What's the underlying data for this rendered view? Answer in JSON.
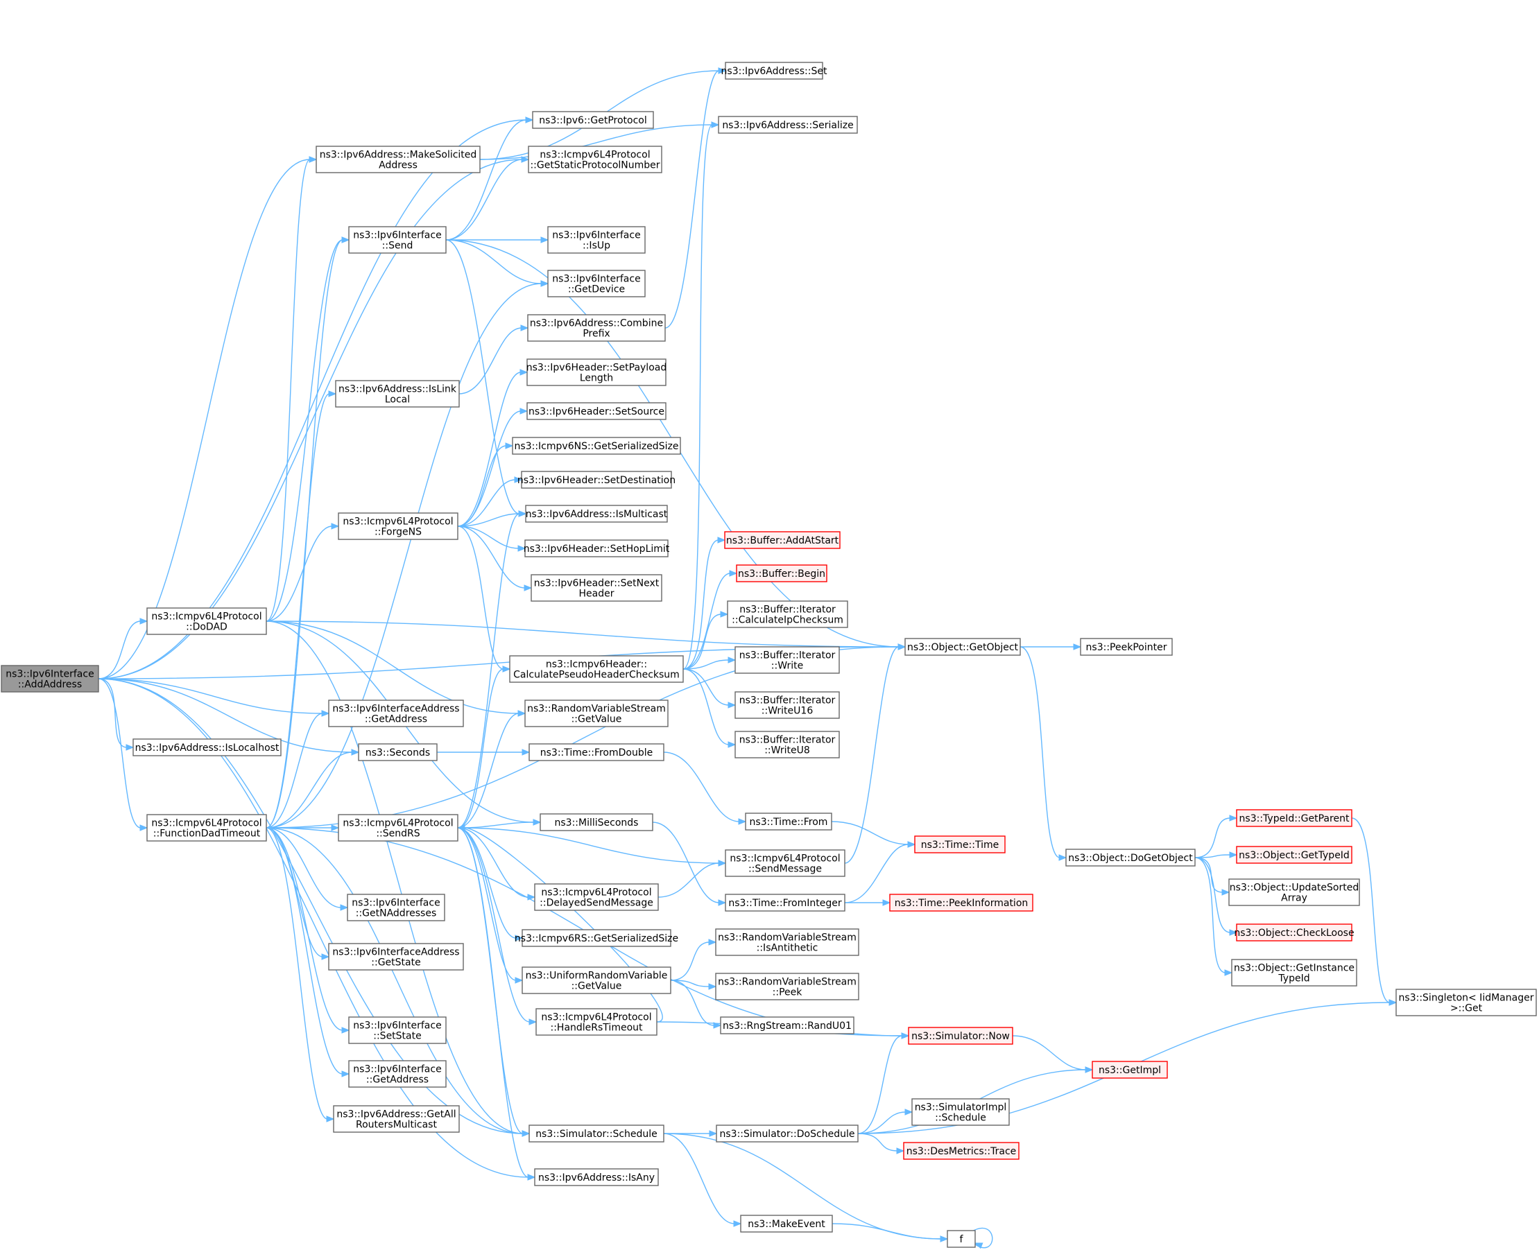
{
  "colors": {
    "edge": "#63b8ff",
    "root_fill": "#999999",
    "node_border": "#666666",
    "truncated_border": "#ff0000"
  },
  "nodes": {
    "AddAddress": [
      "ns3::Ipv6Interface",
      "::AddAddress"
    ],
    "DoDAD": [
      "ns3::Icmpv6L4Protocol",
      "::DoDAD"
    ],
    "IsLocalhost": [
      "ns3::Ipv6Address::IsLocalhost"
    ],
    "FunctionDadTimeout": [
      "ns3::Icmpv6L4Protocol",
      "::FunctionDadTimeout"
    ],
    "MakeSolicited": [
      "ns3::Ipv6Address::MakeSolicited",
      "Address"
    ],
    "Send": [
      "ns3::Ipv6Interface",
      "::Send"
    ],
    "IsLinkLocal": [
      "ns3::Ipv6Address::IsLink",
      "Local"
    ],
    "ForgeNS": [
      "ns3::Icmpv6L4Protocol",
      "::ForgeNS"
    ],
    "IfaceAddrGetAddress": [
      "ns3::Ipv6InterfaceAddress",
      "::GetAddress"
    ],
    "Seconds": [
      "ns3::Seconds"
    ],
    "SendRS": [
      "ns3::Icmpv6L4Protocol",
      "::SendRS"
    ],
    "GetNAddresses": [
      "ns3::Ipv6Interface",
      "::GetNAddresses"
    ],
    "IfaceAddrGetState": [
      "ns3::Ipv6InterfaceAddress",
      "::GetState"
    ],
    "SetState": [
      "ns3::Ipv6Interface",
      "::SetState"
    ],
    "IfaceGetAddress": [
      "ns3::Ipv6Interface",
      "::GetAddress"
    ],
    "GetAllRouters": [
      "ns3::Ipv6Address::GetAll",
      "RoutersMulticast"
    ],
    "Ipv6GetProtocol": [
      "ns3::Ipv6::GetProtocol"
    ],
    "GetStaticProto": [
      "ns3::Icmpv6L4Protocol",
      "::GetStaticProtocolNumber"
    ],
    "IsUp": [
      "ns3::Ipv6Interface",
      "::IsUp"
    ],
    "GetDevice": [
      "ns3::Ipv6Interface",
      "::GetDevice"
    ],
    "CombinePrefix": [
      "ns3::Ipv6Address::Combine",
      "Prefix"
    ],
    "SetPayloadLength": [
      "ns3::Ipv6Header::SetPayload",
      "Length"
    ],
    "SetSource": [
      "ns3::Ipv6Header::SetSource"
    ],
    "NSGetSerializedSize": [
      "ns3::Icmpv6NS::GetSerializedSize"
    ],
    "SetDestination": [
      "ns3::Ipv6Header::SetDestination"
    ],
    "IsMulticast": [
      "ns3::Ipv6Address::IsMulticast"
    ],
    "SetHopLimit": [
      "ns3::Ipv6Header::SetHopLimit"
    ],
    "SetNextHeader": [
      "ns3::Ipv6Header::SetNext",
      "Header"
    ],
    "CalcChecksum": [
      "ns3::Icmpv6Header::",
      "CalculatePseudoHeaderChecksum"
    ],
    "RVSGetValue": [
      "ns3::RandomVariableStream",
      "::GetValue"
    ],
    "FromDouble": [
      "ns3::Time::FromDouble"
    ],
    "MilliSeconds": [
      "ns3::MilliSeconds"
    ],
    "DelayedSendMessage": [
      "ns3::Icmpv6L4Protocol",
      "::DelayedSendMessage"
    ],
    "RSGetSerializedSize": [
      "ns3::Icmpv6RS::GetSerializedSize"
    ],
    "URVGetValue": [
      "ns3::UniformRandomVariable",
      "::GetValue"
    ],
    "HandleRsTimeout": [
      "ns3::Icmpv6L4Protocol",
      "::HandleRsTimeout"
    ],
    "Schedule": [
      "ns3::Simulator::Schedule"
    ],
    "IsAny": [
      "ns3::Ipv6Address::IsAny"
    ],
    "Ipv6AddrSet": [
      "ns3::Ipv6Address::Set"
    ],
    "Ipv6AddrSerialize": [
      "ns3::Ipv6Address::Serialize"
    ],
    "AddAtStart": [
      "ns3::Buffer::AddAtStart"
    ],
    "BufferBegin": [
      "ns3::Buffer::Begin"
    ],
    "CalcIpChecksum": [
      "ns3::Buffer::Iterator",
      "::CalculateIpChecksum"
    ],
    "IterWrite": [
      "ns3::Buffer::Iterator",
      "::Write"
    ],
    "WriteU16": [
      "ns3::Buffer::Iterator",
      "::WriteU16"
    ],
    "WriteU8": [
      "ns3::Buffer::Iterator",
      "::WriteU8"
    ],
    "TimeFrom": [
      "ns3::Time::From"
    ],
    "SendMessage": [
      "ns3::Icmpv6L4Protocol",
      "::SendMessage"
    ],
    "FromInteger": [
      "ns3::Time::FromInteger"
    ],
    "IsAntithetic": [
      "ns3::RandomVariableStream",
      "::IsAntithetic"
    ],
    "Peek": [
      "ns3::RandomVariableStream",
      "::Peek"
    ],
    "RandU01": [
      "ns3::RngStream::RandU01"
    ],
    "DoSchedule": [
      "ns3::Simulator::DoSchedule"
    ],
    "MakeEvent": [
      "ns3::MakeEvent"
    ],
    "GetObject": [
      "ns3::Object::GetObject"
    ],
    "TimeTime": [
      "ns3::Time::Time"
    ],
    "PeekInformation": [
      "ns3::Time::PeekInformation"
    ],
    "SimNow": [
      "ns3::Simulator::Now"
    ],
    "ImplSchedule": [
      "ns3::SimulatorImpl",
      "::Schedule"
    ],
    "DesMetricsTrace": [
      "ns3::DesMetrics::Trace"
    ],
    "f": [
      "f"
    ],
    "PeekPointer": [
      "ns3::PeekPointer"
    ],
    "DoGetObject": [
      "ns3::Object::DoGetObject"
    ],
    "GetImpl": [
      "ns3::GetImpl"
    ],
    "GetParent": [
      "ns3::TypeId::GetParent"
    ],
    "GetTypeId": [
      "ns3::Object::GetTypeId"
    ],
    "UpdateSortedArray": [
      "ns3::Object::UpdateSorted",
      "Array"
    ],
    "CheckLoose": [
      "ns3::Object::CheckLoose"
    ],
    "GetInstanceTypeId": [
      "ns3::Object::GetInstance",
      "TypeId"
    ],
    "SingletonGet": [
      "ns3::Singleton< IidManager",
      " >::Get"
    ]
  },
  "truncated_nodes": [
    "AddAtStart",
    "BufferBegin",
    "TimeTime",
    "PeekInformation",
    "SimNow",
    "DesMetricsTrace",
    "GetImpl",
    "GetParent",
    "GetTypeId",
    "CheckLoose"
  ],
  "edges": [
    [
      "AddAddress",
      "DoDAD"
    ],
    [
      "AddAddress",
      "IsLocalhost"
    ],
    [
      "AddAddress",
      "FunctionDadTimeout"
    ],
    [
      "AddAddress",
      "MakeSolicited"
    ],
    [
      "AddAddress",
      "Ipv6GetProtocol"
    ],
    [
      "AddAddress",
      "GetStaticProto"
    ],
    [
      "AddAddress",
      "IfaceAddrGetAddress"
    ],
    [
      "AddAddress",
      "Seconds"
    ],
    [
      "AddAddress",
      "Schedule"
    ],
    [
      "AddAddress",
      "IsAny"
    ],
    [
      "AddAddress",
      "GetObject"
    ],
    [
      "DoDAD",
      "MakeSolicited"
    ],
    [
      "DoDAD",
      "Send"
    ],
    [
      "DoDAD",
      "ForgeNS"
    ],
    [
      "DoDAD",
      "RVSGetValue"
    ],
    [
      "DoDAD",
      "MilliSeconds"
    ],
    [
      "DoDAD",
      "Schedule"
    ],
    [
      "DoDAD",
      "GetObject"
    ],
    [
      "FunctionDadTimeout",
      "IfaceAddrGetAddress"
    ],
    [
      "FunctionDadTimeout",
      "Seconds"
    ],
    [
      "FunctionDadTimeout",
      "SendRS"
    ],
    [
      "FunctionDadTimeout",
      "GetNAddresses"
    ],
    [
      "FunctionDadTimeout",
      "IfaceAddrGetState"
    ],
    [
      "FunctionDadTimeout",
      "SetState"
    ],
    [
      "FunctionDadTimeout",
      "IfaceGetAddress"
    ],
    [
      "FunctionDadTimeout",
      "GetAllRouters"
    ],
    [
      "FunctionDadTimeout",
      "IsLinkLocal"
    ],
    [
      "FunctionDadTimeout",
      "GetDevice"
    ],
    [
      "FunctionDadTimeout",
      "Send"
    ],
    [
      "FunctionDadTimeout",
      "SimNow"
    ],
    [
      "FunctionDadTimeout",
      "GetObject"
    ],
    [
      "FunctionDadTimeout",
      "Schedule"
    ],
    [
      "MakeSolicited",
      "Ipv6AddrSet"
    ],
    [
      "MakeSolicited",
      "Ipv6AddrSerialize"
    ],
    [
      "Send",
      "Ipv6GetProtocol"
    ],
    [
      "Send",
      "GetStaticProto"
    ],
    [
      "Send",
      "IsUp"
    ],
    [
      "Send",
      "GetDevice"
    ],
    [
      "Send",
      "IsMulticast"
    ],
    [
      "Send",
      "GetObject"
    ],
    [
      "IsLinkLocal",
      "CombinePrefix"
    ],
    [
      "CombinePrefix",
      "Ipv6AddrSet"
    ],
    [
      "ForgeNS",
      "SetPayloadLength"
    ],
    [
      "ForgeNS",
      "SetSource"
    ],
    [
      "ForgeNS",
      "NSGetSerializedSize"
    ],
    [
      "ForgeNS",
      "SetDestination"
    ],
    [
      "ForgeNS",
      "IsMulticast"
    ],
    [
      "ForgeNS",
      "SetHopLimit"
    ],
    [
      "ForgeNS",
      "SetNextHeader"
    ],
    [
      "ForgeNS",
      "CalcChecksum"
    ],
    [
      "Seconds",
      "FromDouble"
    ],
    [
      "SendRS",
      "MilliSeconds"
    ],
    [
      "SendRS",
      "SendMessage"
    ],
    [
      "SendRS",
      "DelayedSendMessage"
    ],
    [
      "SendRS",
      "RSGetSerializedSize"
    ],
    [
      "SendRS",
      "URVGetValue"
    ],
    [
      "SendRS",
      "HandleRsTimeout"
    ],
    [
      "SendRS",
      "Schedule"
    ],
    [
      "SendRS",
      "IsAny"
    ],
    [
      "SendRS",
      "CalcChecksum"
    ],
    [
      "SendRS",
      "RVSGetValue"
    ],
    [
      "SendRS",
      "IsMulticast"
    ],
    [
      "CalcChecksum",
      "Ipv6AddrSerialize"
    ],
    [
      "CalcChecksum",
      "AddAtStart"
    ],
    [
      "CalcChecksum",
      "BufferBegin"
    ],
    [
      "CalcChecksum",
      "CalcIpChecksum"
    ],
    [
      "CalcChecksum",
      "IterWrite"
    ],
    [
      "CalcChecksum",
      "WriteU16"
    ],
    [
      "CalcChecksum",
      "WriteU8"
    ],
    [
      "FromDouble",
      "TimeFrom"
    ],
    [
      "MilliSeconds",
      "FromInteger"
    ],
    [
      "DelayedSendMessage",
      "SendMessage"
    ],
    [
      "URVGetValue",
      "IsAntithetic"
    ],
    [
      "URVGetValue",
      "Peek"
    ],
    [
      "URVGetValue",
      "RandU01"
    ],
    [
      "HandleRsTimeout",
      "SendRS"
    ],
    [
      "HandleRsTimeout",
      "SimNow"
    ],
    [
      "Schedule",
      "DoSchedule"
    ],
    [
      "Schedule",
      "MakeEvent"
    ],
    [
      "Schedule",
      "f"
    ],
    [
      "TimeFrom",
      "TimeTime"
    ],
    [
      "SendMessage",
      "GetObject"
    ],
    [
      "FromInteger",
      "TimeTime"
    ],
    [
      "FromInteger",
      "PeekInformation"
    ],
    [
      "DoSchedule",
      "SimNow"
    ],
    [
      "DoSchedule",
      "ImplSchedule"
    ],
    [
      "DoSchedule",
      "DesMetricsTrace"
    ],
    [
      "DoSchedule",
      "GetImpl"
    ],
    [
      "DoSchedule",
      "SingletonGet"
    ],
    [
      "MakeEvent",
      "f"
    ],
    [
      "f",
      "f"
    ],
    [
      "GetObject",
      "PeekPointer"
    ],
    [
      "GetObject",
      "DoGetObject"
    ],
    [
      "SimNow",
      "GetImpl"
    ],
    [
      "DoGetObject",
      "GetParent"
    ],
    [
      "DoGetObject",
      "GetTypeId"
    ],
    [
      "DoGetObject",
      "UpdateSortedArray"
    ],
    [
      "DoGetObject",
      "CheckLoose"
    ],
    [
      "DoGetObject",
      "GetInstanceTypeId"
    ],
    [
      "GetParent",
      "SingletonGet"
    ]
  ]
}
